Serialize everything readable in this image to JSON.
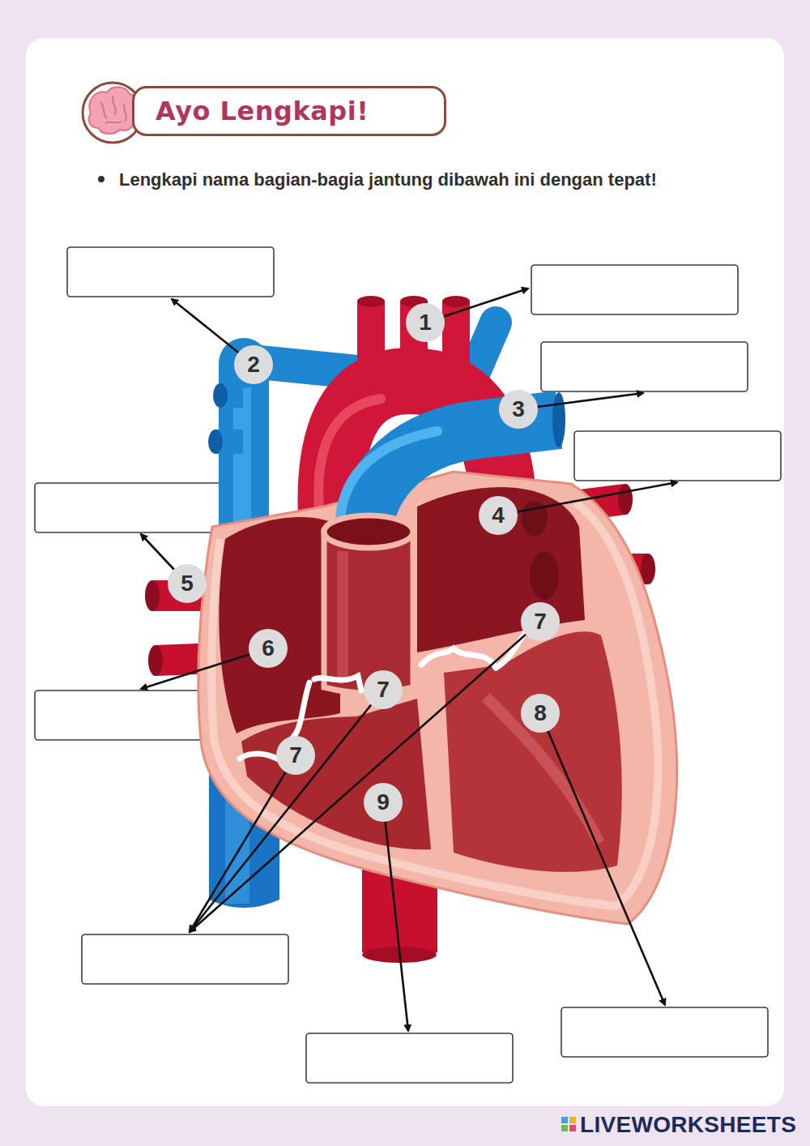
{
  "diagram": {
    "title": "Ayo Lengkapi!",
    "nodes": [
      {
        "text": [
          "1"
        ]
      },
      {
        "text": [
          "2"
        ]
      },
      {
        "text": [
          "3"
        ]
      },
      {
        "text": [
          "4"
        ]
      },
      {
        "text": [
          "5"
        ]
      },
      {
        "text": [
          "7"
        ]
      },
      {
        "text": [
          "6"
        ]
      },
      {
        "text": [
          "7"
        ]
      },
      {
        "text": [
          "8"
        ]
      },
      {
        "text": [
          "7"
        ]
      },
      {
        "text": [
          "9"
        ]
      }
    ],
    "labels": [
      "Lengkapi nama bagian-bagia jantung dibawah ini dengan tepat!",
      "LIVEWORKSHEETS"
    ]
  }
}
